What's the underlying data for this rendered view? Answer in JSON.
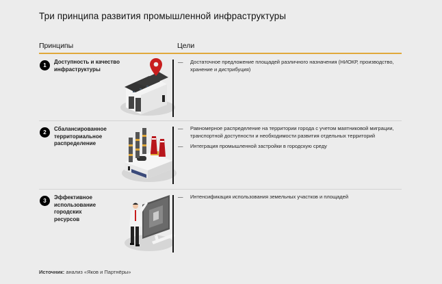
{
  "title": "Три принципа развития промышленной инфраструктуры",
  "headers": {
    "principles": "Принципы",
    "goals": "Цели"
  },
  "colors": {
    "accent_line": "#e0a83a",
    "background": "#ececec",
    "pin_red": "#c81e1e"
  },
  "rows": [
    {
      "number": "1",
      "principle": "Доступность и качество инфраструктуры",
      "illustration": "warehouse-with-map-pin-icon",
      "goals": [
        "Достаточное предложение площадей различного назначения (НИОКР, производство, хранение и дистрибуция)"
      ]
    },
    {
      "number": "2",
      "principle": "Сбалансированное территориальное распределение",
      "illustration": "factory-with-chimneys-icon",
      "goals": [
        "Равномерное распределение на территории города с учетом маятниковой миграции, транспортной доступности и необходимости развития отдельных территорий",
        "Интеграция промышленной застройки в городскую среду"
      ]
    },
    {
      "number": "3",
      "principle": "Эффективное использование городских ресурсов",
      "illustration": "man-at-computer-icon",
      "goals": [
        "Интенсификация использования земельных участков и площадей"
      ]
    }
  ],
  "dash": "—",
  "source": {
    "label": "Источник:",
    "text": " анализ «Яков и Партнёры»"
  }
}
